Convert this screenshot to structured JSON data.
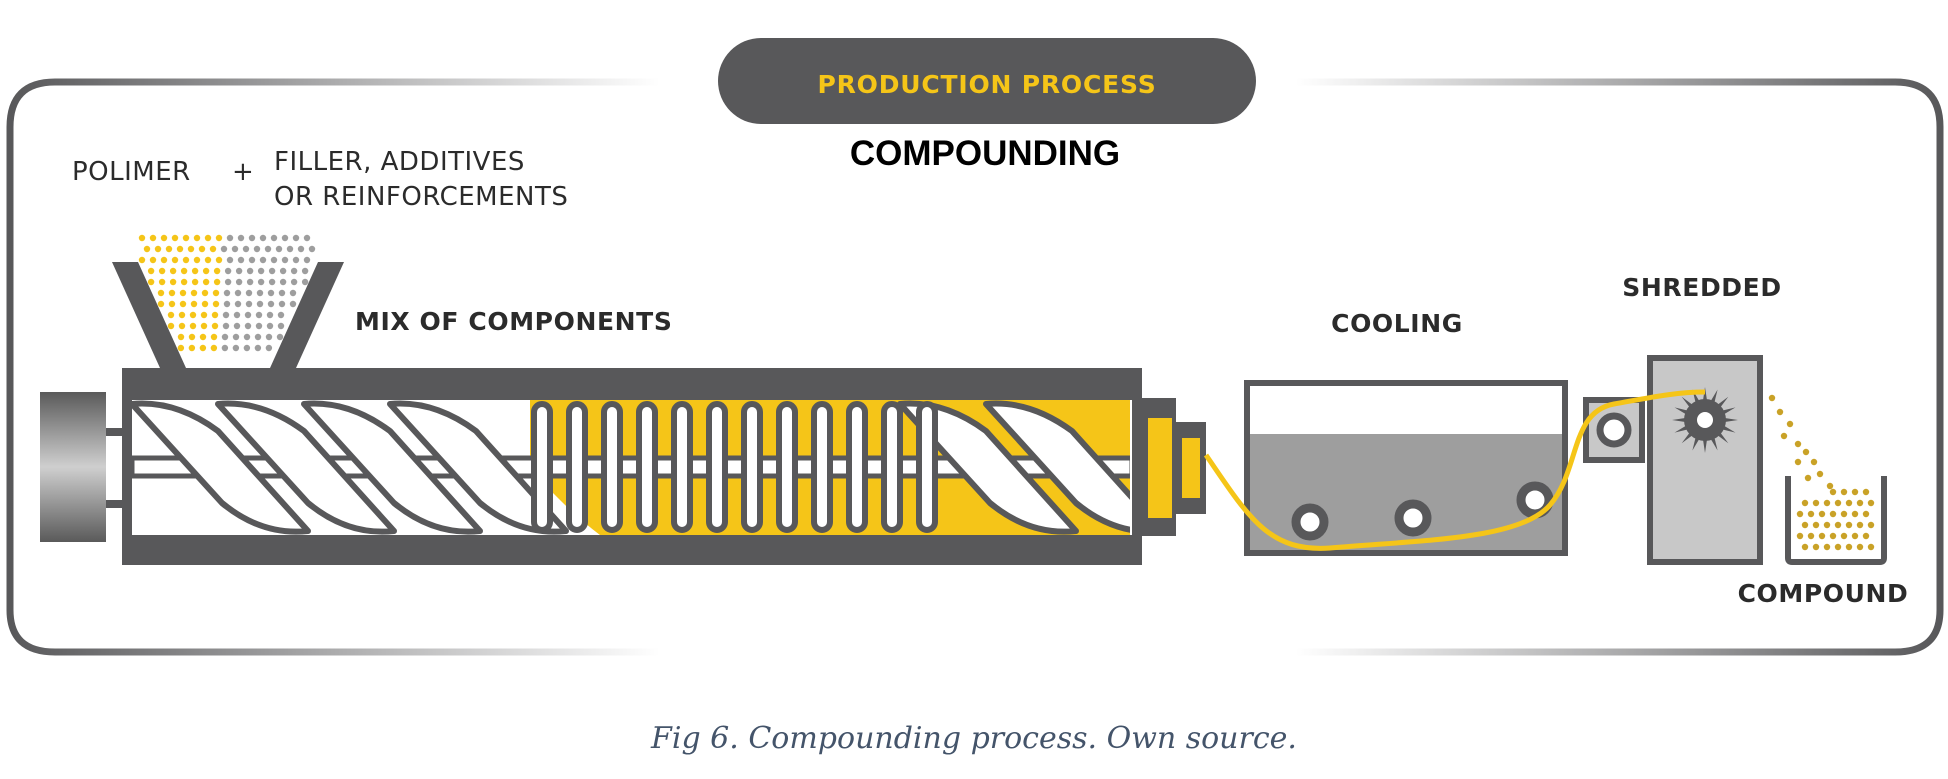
{
  "header": {
    "pill_label": "PRODUCTION PROCESS",
    "title": "COMPOUNDING"
  },
  "inputs": {
    "polymer_label": "POLIMER",
    "plus_sign": "+",
    "filler_line1": "FILLER, ADDITIVES",
    "filler_line2": "OR REINFORCEMENTS"
  },
  "stages": {
    "mix_label": "MIX OF COMPONENTS",
    "cooling_label": "COOLING",
    "shredded_label": "SHREDDED",
    "compound_label": "COMPOUND"
  },
  "caption": "Fig 6. Compounding process. Own source.",
  "colors": {
    "dark_gray": "#58585a",
    "mid_gray": "#9e9e9e",
    "light_gray": "#c8c8c8",
    "yellow": "#f5c518",
    "granule_gold": "#c9a227",
    "caption_blue": "#44546a"
  }
}
